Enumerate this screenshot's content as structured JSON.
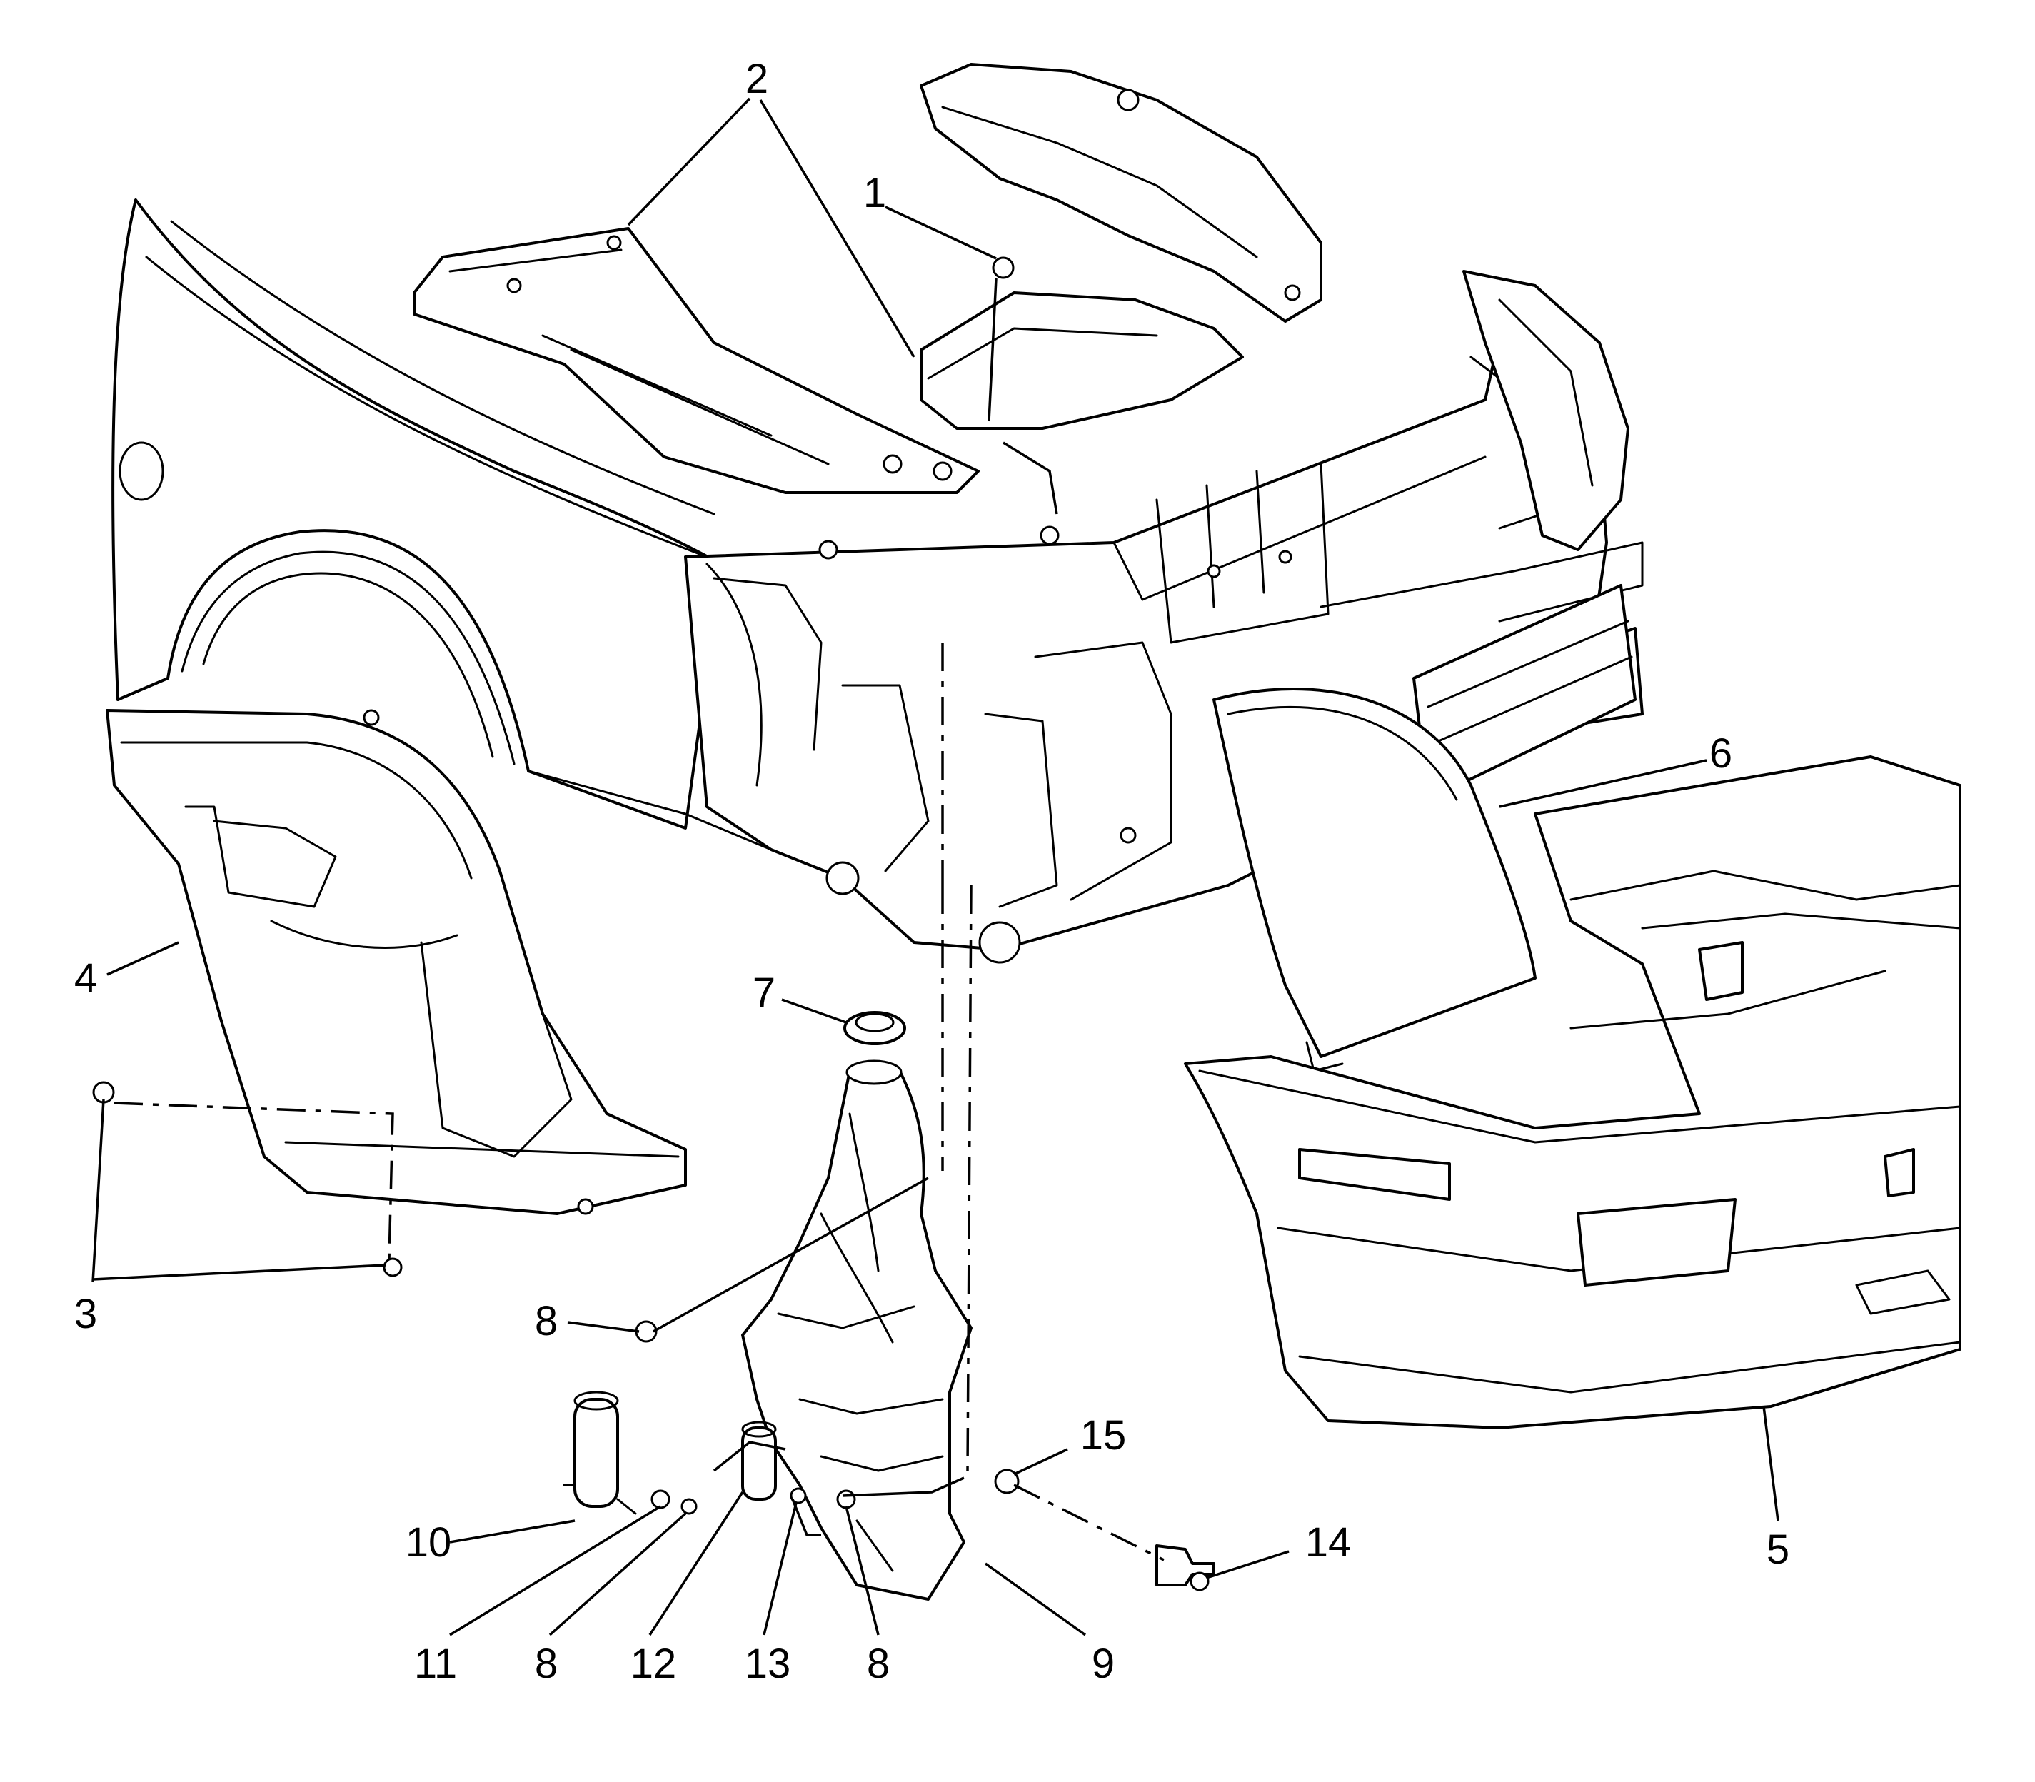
{
  "callouts": [
    {
      "id": "c1",
      "label": "1"
    },
    {
      "id": "c2",
      "label": "2"
    },
    {
      "id": "c3",
      "label": "3"
    },
    {
      "id": "c4",
      "label": "4"
    },
    {
      "id": "c5",
      "label": "5"
    },
    {
      "id": "c6",
      "label": "6"
    },
    {
      "id": "c7",
      "label": "7"
    },
    {
      "id": "c8a",
      "label": "8"
    },
    {
      "id": "c8b",
      "label": "8"
    },
    {
      "id": "c8c",
      "label": "8"
    },
    {
      "id": "c9",
      "label": "9"
    },
    {
      "id": "c10",
      "label": "10"
    },
    {
      "id": "c11",
      "label": "11"
    },
    {
      "id": "c12",
      "label": "12"
    },
    {
      "id": "c13",
      "label": "13"
    },
    {
      "id": "c14",
      "label": "14"
    },
    {
      "id": "c15",
      "label": "15"
    }
  ]
}
